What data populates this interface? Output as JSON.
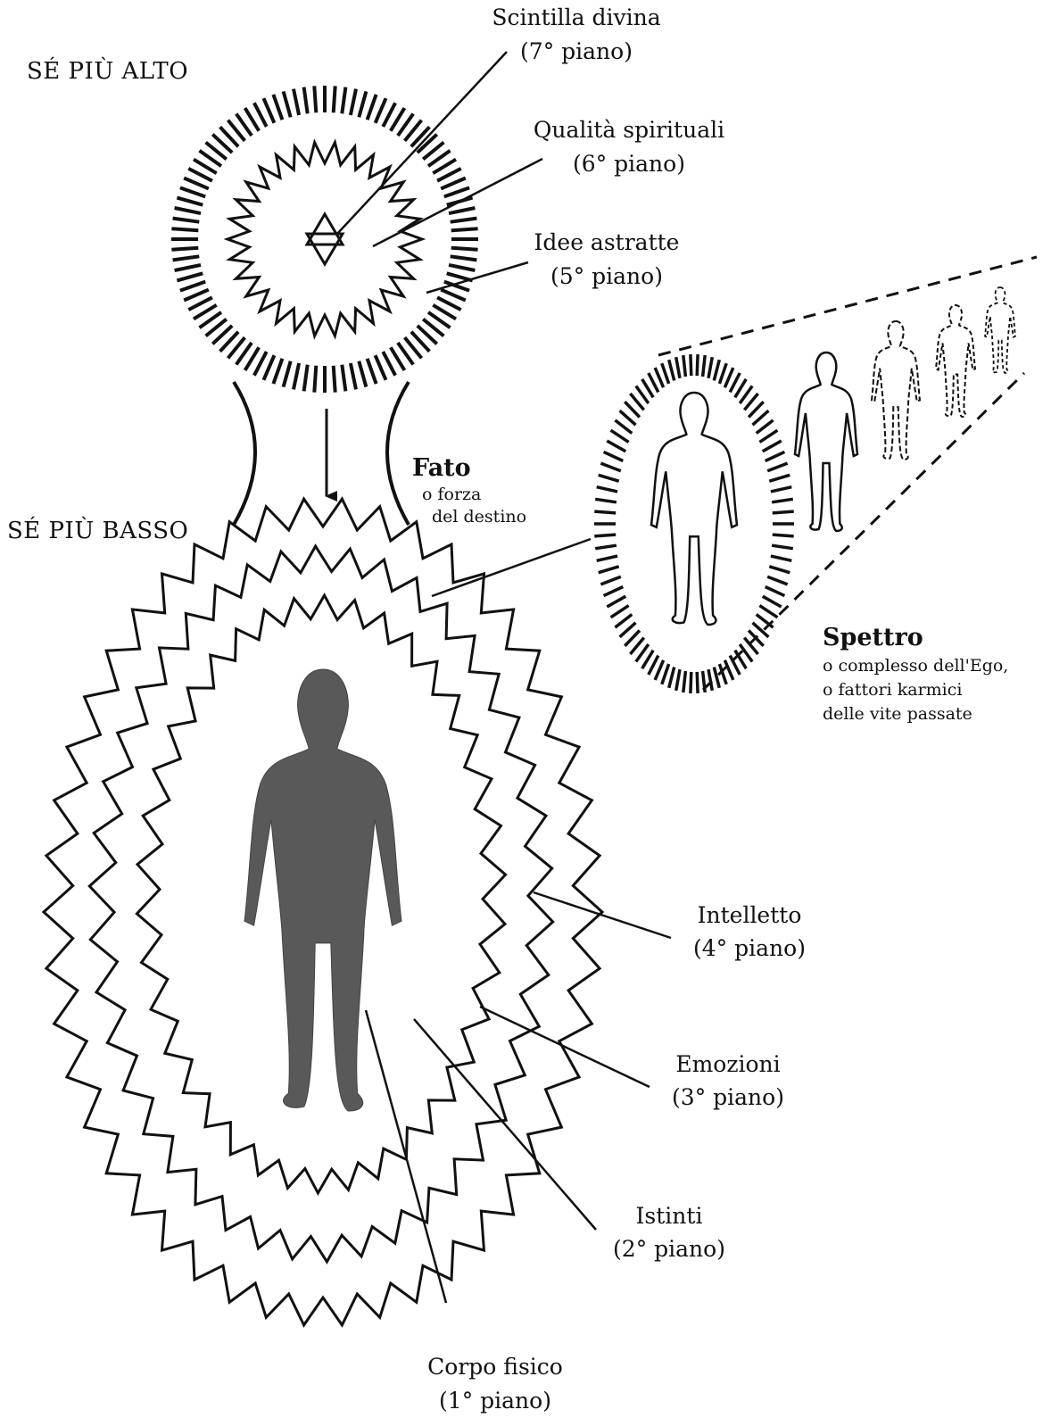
{
  "higher_self": {
    "heading": "SÉ PIÙ ALTO",
    "planes": [
      {
        "name": "Scintilla divina",
        "level": "(7° piano)"
      },
      {
        "name": "Qualità spirituali",
        "level": "(6° piano)"
      },
      {
        "name": "Idee astratte",
        "level": "(5° piano)"
      }
    ]
  },
  "fate": {
    "title": "Fato",
    "line1": "o forza",
    "line2": "del destino"
  },
  "lower_self": {
    "heading": "SÉ PIÙ BASSO",
    "planes": [
      {
        "name": "Intelletto",
        "level": "(4° piano)"
      },
      {
        "name": "Emozioni",
        "level": "(3° piano)"
      },
      {
        "name": "Istinti",
        "level": "(2° piano)"
      },
      {
        "name": "Corpo fisico",
        "level": "(1° piano)"
      }
    ]
  },
  "specter": {
    "title": "Spettro",
    "lines": [
      "o complesso dell'Ego,",
      "o fattori karmici",
      "delle vite passate"
    ]
  },
  "colors": {
    "ink": "#111111",
    "body_fill": "#595959",
    "background": "#ffffff"
  },
  "icons": {
    "divine_spark": "star-of-david-icon"
  }
}
